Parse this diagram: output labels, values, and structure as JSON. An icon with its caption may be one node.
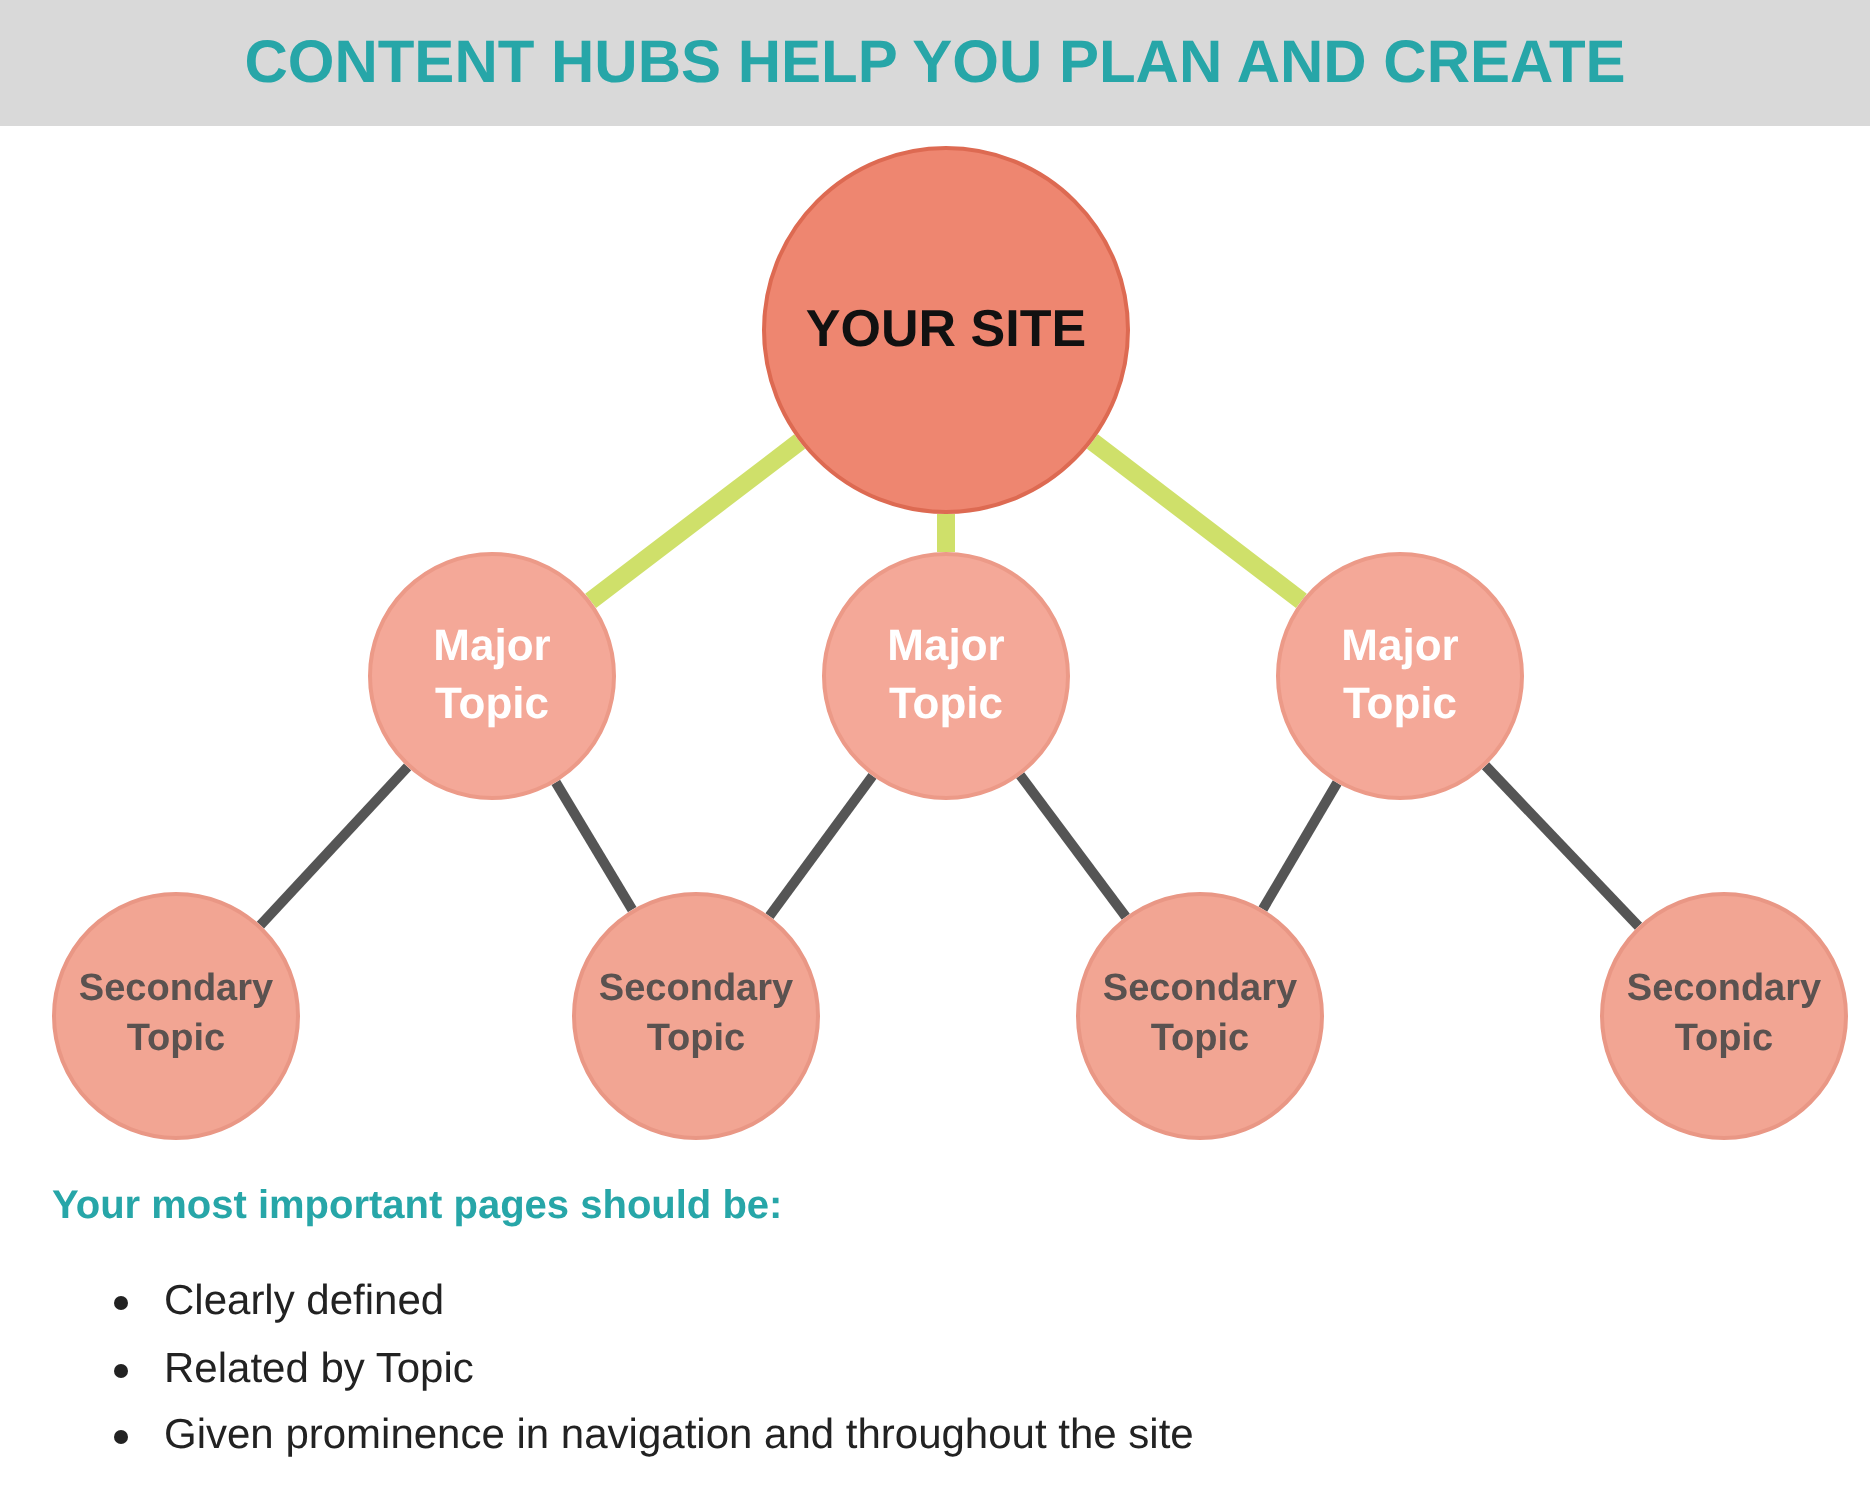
{
  "diagram": {
    "title": "CONTENT HUBS HELP YOU PLAN AND CREATE",
    "nodes": [
      {
        "text": [
          "YOUR SITE"
        ]
      },
      {
        "text": [
          "Major Topic"
        ]
      },
      {
        "text": [
          "Major Topic"
        ]
      },
      {
        "text": [
          "Major Topic"
        ]
      },
      {
        "text": [
          "Secondary Topic"
        ]
      },
      {
        "text": [
          "Secondary Topic"
        ]
      },
      {
        "text": [
          "Secondary Topic"
        ]
      },
      {
        "text": [
          "Secondary Topic"
        ]
      }
    ],
    "edges": [
      {
        "from": 0,
        "to": 1,
        "arrow": "none",
        "style": "thick",
        "color": "#cfe06a"
      },
      {
        "from": 0,
        "to": 2,
        "arrow": "none",
        "style": "thick",
        "color": "#cfe06a"
      },
      {
        "from": 0,
        "to": 3,
        "arrow": "none",
        "style": "thick",
        "color": "#cfe06a"
      },
      {
        "from": 1,
        "to": 4,
        "arrow": "none"
      },
      {
        "from": 1,
        "to": 5,
        "arrow": "none"
      },
      {
        "from": 2,
        "to": 5,
        "arrow": "none"
      },
      {
        "from": 2,
        "to": 6,
        "arrow": "none"
      },
      {
        "from": 3,
        "to": 6,
        "arrow": "none"
      },
      {
        "from": 3,
        "to": 7,
        "arrow": "none"
      }
    ],
    "labels": [
      "Your most important pages should be:",
      "Clearly defined",
      "Related by Topic",
      "Given prominence in navigation and throughout the site"
    ]
  }
}
